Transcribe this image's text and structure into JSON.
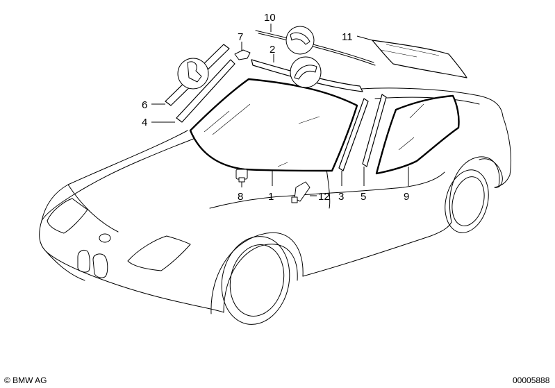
{
  "diagram": {
    "callouts": [
      {
        "id": "1",
        "label": "1"
      },
      {
        "id": "2",
        "label": "2"
      },
      {
        "id": "3",
        "label": "3"
      },
      {
        "id": "4",
        "label": "4"
      },
      {
        "id": "5",
        "label": "5"
      },
      {
        "id": "6",
        "label": "6"
      },
      {
        "id": "7",
        "label": "7"
      },
      {
        "id": "8",
        "label": "8"
      },
      {
        "id": "9",
        "label": "9"
      },
      {
        "id": "10",
        "label": "10"
      },
      {
        "id": "11",
        "label": "11"
      },
      {
        "id": "12",
        "label": "12"
      }
    ],
    "copyright": "© BMW AG",
    "image_number": "00005888"
  }
}
